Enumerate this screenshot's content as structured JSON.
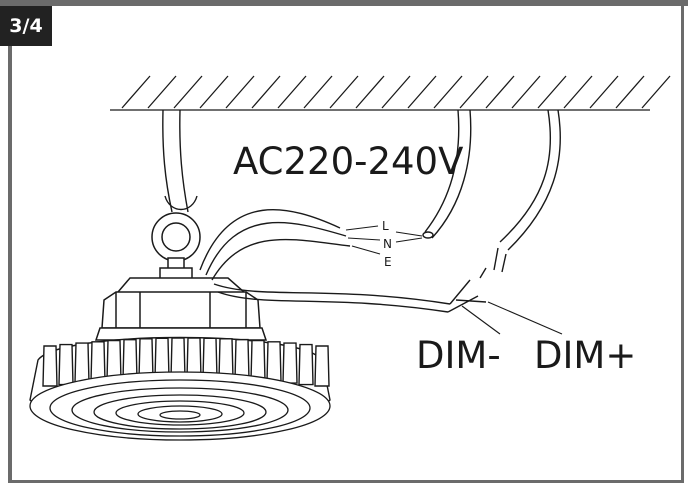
{
  "step_badge": "3/4",
  "voltage_label": "AC220-240V",
  "wire_labels": {
    "live": "L",
    "neutral": "N",
    "earth": "E"
  },
  "dim_labels": {
    "dim_minus": "DIM-",
    "dim_plus": "DIM+"
  },
  "colors": {
    "frame": "#6b6b6b",
    "badge": "#222222",
    "line": "#1a1a1a"
  }
}
